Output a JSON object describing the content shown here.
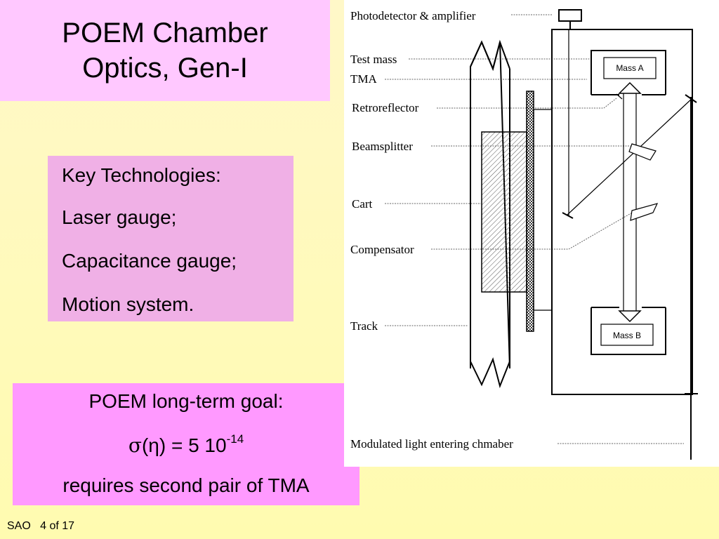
{
  "slide": {
    "title_line1": "POEM Chamber",
    "title_line2": "Optics, Gen-I"
  },
  "key_technologies": {
    "items": [
      "Key Technologies:",
      "Laser gauge;",
      "Capacitance gauge;",
      "Motion system."
    ]
  },
  "goal": {
    "line1": "POEM long-term goal:",
    "sigma": "σ",
    "eta_expr": "(η) = 5 10",
    "exponent": "-14",
    "line3": "requires second pair of TMA"
  },
  "footer": {
    "text": "SAO   4 of 17"
  },
  "diagram": {
    "labels": {
      "photodetector": "Photodetector & amplifier",
      "test_mass": "Test mass",
      "tma": "TMA",
      "retroreflector": "Retroreflector",
      "beamsplitter": "Beamsplitter",
      "cart": "Cart",
      "compensator": "Compensator",
      "track": "Track",
      "modulated_light": "Modulated light entering chmaber"
    },
    "mass_a": "Mass A",
    "mass_b": "Mass B"
  }
}
